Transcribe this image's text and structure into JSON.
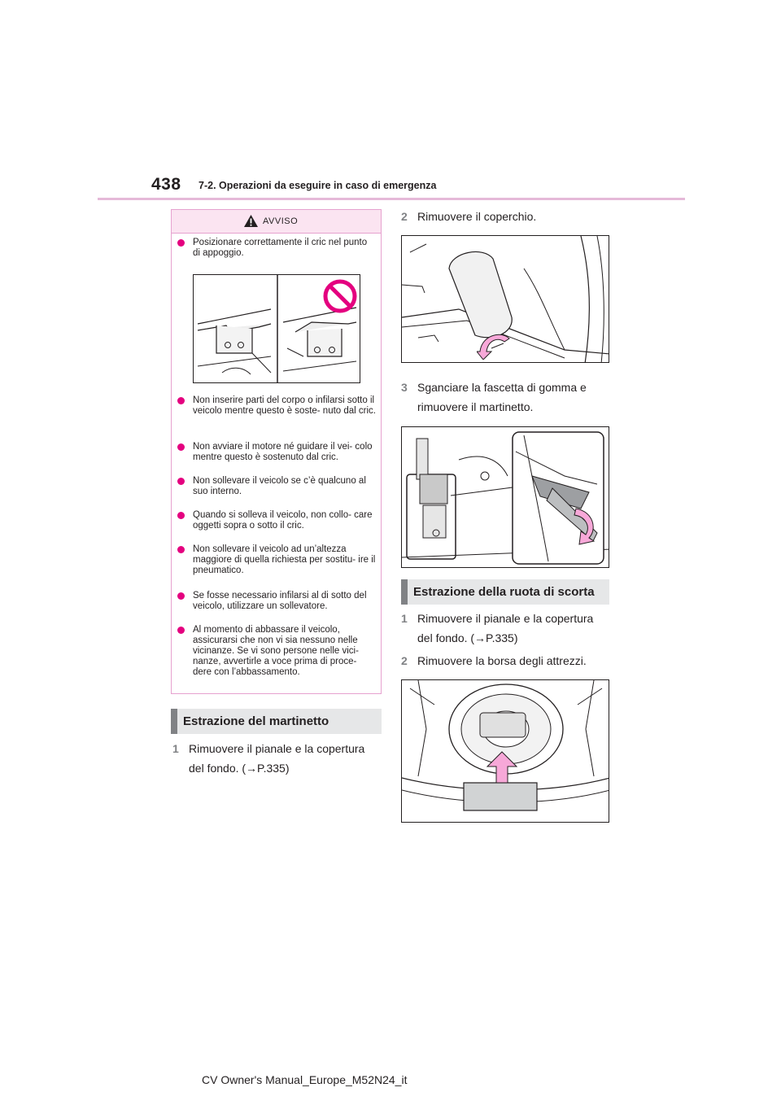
{
  "header": {
    "page_number": "438",
    "section_title": "7-2. Operazioni da eseguire in caso di emergenza"
  },
  "warning": {
    "title": "AVVISO",
    "items": [
      {
        "text": "Posizionare correttamente il cric nel punto di appoggio."
      },
      {
        "text": "Non inserire parti del corpo o infilarsi sotto il veicolo mentre questo è soste- nuto dal cric."
      },
      {
        "text": "Non avviare il motore né guidare il vei- colo mentre questo è sostenuto dal cric."
      },
      {
        "text": "Non sollevare il veicolo se c’è qualcuno al suo interno."
      },
      {
        "text": "Quando si solleva il veicolo, non collo- care oggetti sopra o sotto il cric."
      },
      {
        "text": "Non sollevare il veicolo ad un’altezza maggiore di quella richiesta per sostitu- ire il pneumatico."
      },
      {
        "text": "Se fosse necessario infilarsi al di sotto del veicolo, utilizzare un sollevatore."
      },
      {
        "text": "Al momento di abbassare il veicolo, assicurarsi che non vi sia nessuno nelle vicinanze. Se vi sono persone nelle vici- nanze, avvertirle a voce prima di proce- dere con l’abbassamento."
      }
    ]
  },
  "jack_section": {
    "title": "Estrazione del martinetto",
    "steps": [
      {
        "num": "1",
        "line1": "Rimuovere il pianale e la copertura",
        "line2": "del fondo. (→P.335)"
      },
      {
        "num": "2",
        "line1": "Rimuovere il coperchio.",
        "line2": ""
      },
      {
        "num": "3",
        "line1": "Sganciare la fascetta di gomma e",
        "line2": "rimuovere il martinetto."
      }
    ]
  },
  "spare_section": {
    "title": "Estrazione della ruota di scorta",
    "steps": [
      {
        "num": "1",
        "line1": "Rimuovere il pianale e la copertura",
        "line2": "del fondo. (→P.335)"
      },
      {
        "num": "2",
        "line1": "Rimuovere la borsa degli attrezzi.",
        "line2": ""
      }
    ]
  },
  "footer": {
    "text": "CV Owner's Manual_Europe_M52N24_it"
  },
  "colors": {
    "accent_pink": "#e4007f",
    "rule_pink": "#e5b9d8",
    "title_gray": "#e6e7e8",
    "arrow_pink": "#f7a8d8"
  },
  "icons": [
    "warning-triangle-icon",
    "prohibited-icon",
    "bullet-icon",
    "arrow-icon"
  ]
}
